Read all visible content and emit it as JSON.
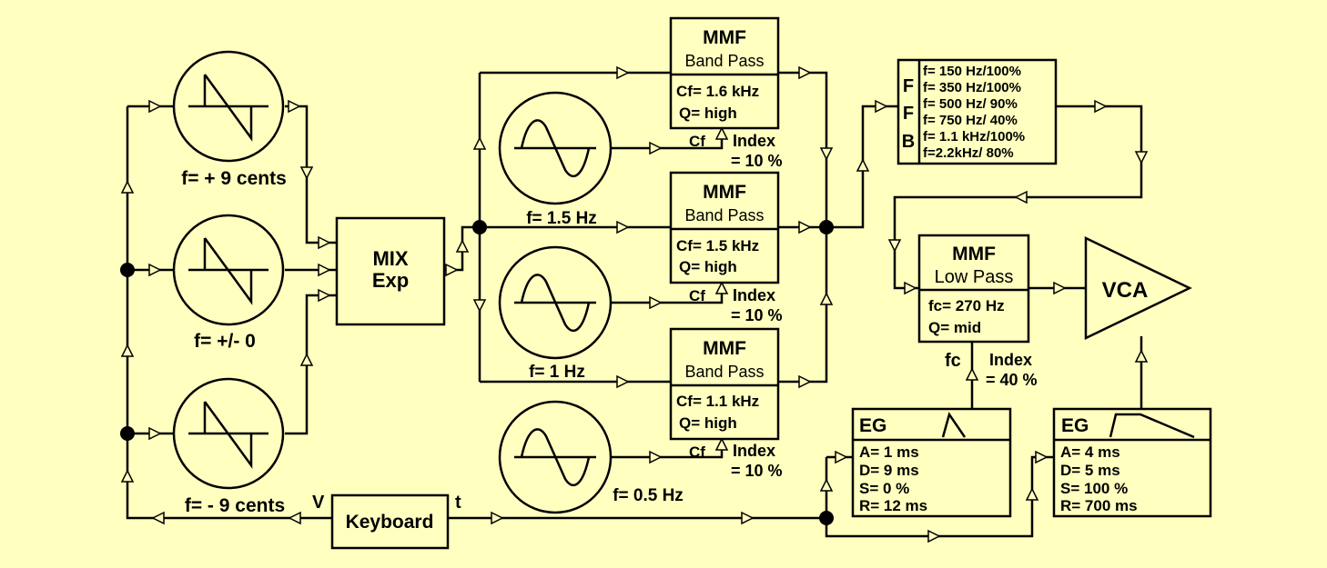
{
  "oscillators": {
    "top": {
      "label": "f= + 9 cents"
    },
    "mid": {
      "label": "f= +/- 0"
    },
    "bot": {
      "label": "f= - 9 cents"
    }
  },
  "mixer": {
    "line1": "MIX",
    "line2": "Exp"
  },
  "lfos": [
    {
      "label": "f= 1.5 Hz"
    },
    {
      "label": "f= 1 Hz"
    },
    {
      "label": "f= 0.5 Hz"
    }
  ],
  "mmf_bp": [
    {
      "title": "MMF",
      "mode": "Band Pass",
      "cf": "Cf= 1.6 kHz",
      "q": "Q= high",
      "port": "Cf",
      "index1": "Index",
      "index2": "= 10 %"
    },
    {
      "title": "MMF",
      "mode": "Band Pass",
      "cf": "Cf= 1.5 kHz",
      "q": "Q=  high",
      "port": "Cf",
      "index1": "Index",
      "index2": "= 10 %"
    },
    {
      "title": "MMF",
      "mode": "Band Pass",
      "cf": "Cf= 1.1 kHz",
      "q": "Q=  high",
      "port": "Cf",
      "index1": "Index",
      "index2": "= 10 %"
    }
  ],
  "ffb": {
    "letters": [
      "F",
      "F",
      "B"
    ],
    "rows": [
      "f= 150 Hz/100%",
      "f= 350 Hz/100%",
      "f= 500 Hz/ 90%",
      "f= 750 Hz/ 40%",
      "f= 1.1 kHz/100%",
      "f=2.2kHz/ 80%"
    ]
  },
  "mmf_lp": {
    "title": "MMF",
    "mode": "Low Pass",
    "fc": "fc= 270 Hz",
    "q": "Q= mid",
    "port": "fc",
    "index1": "Index",
    "index2": "= 40 %"
  },
  "vca": {
    "label": "VCA"
  },
  "eg1": {
    "title": "EG",
    "a": "A= 1 ms",
    "d": "D= 9 ms",
    "s": "S= 0 %",
    "r": "R= 12 ms"
  },
  "eg2": {
    "title": "EG",
    "a": "A=  4 ms",
    "d": "D=  5 ms",
    "s": "S=  100 %",
    "r": "R=  700 ms"
  },
  "keyboard": {
    "label": "Keyboard",
    "v": "V",
    "t": "t"
  }
}
